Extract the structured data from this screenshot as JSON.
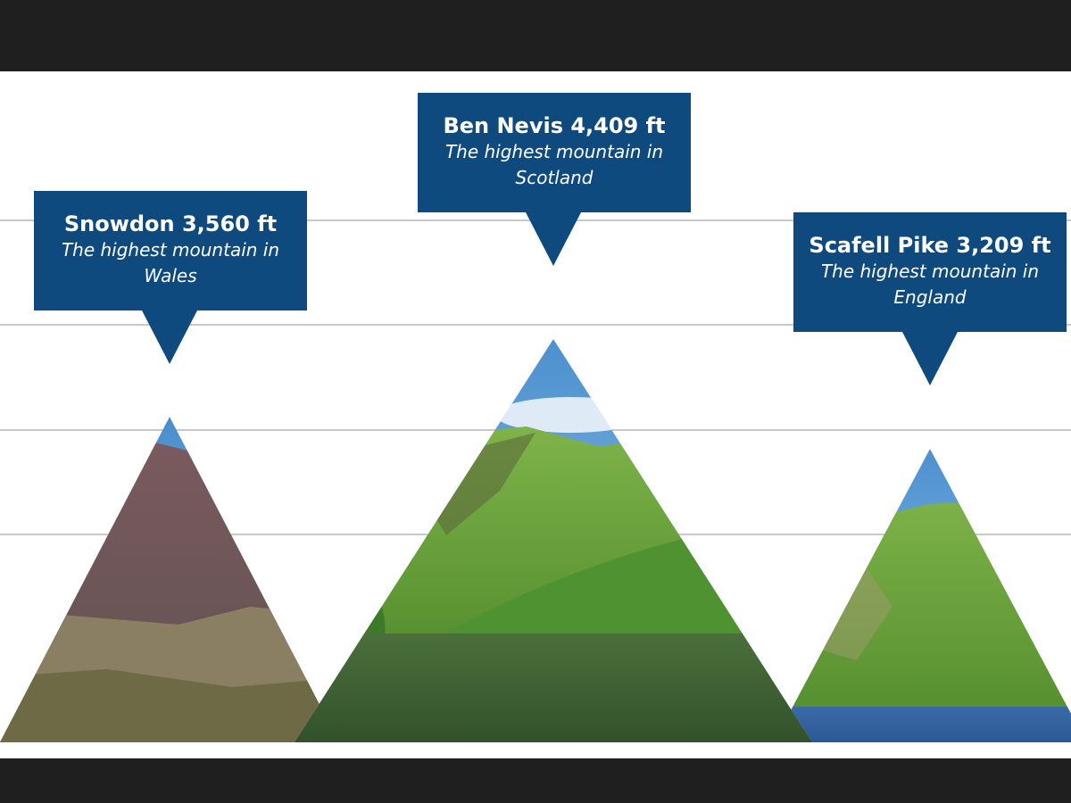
{
  "colors": {
    "frame": "#1f1f1f",
    "background": "#ffffff",
    "gridline": "#c8c8c8",
    "callout": "#0f4a7e",
    "callout_text": "#ffffff"
  },
  "chart_data": {
    "type": "bar",
    "grid": true,
    "categories": [
      "Snowdon",
      "Ben Nevis",
      "Scafell Pike"
    ],
    "values": [
      3560,
      4409,
      3209
    ],
    "unit": "ft",
    "labels": [
      {
        "title": "Snowdon 3,560 ft",
        "line1": "The highest mountain in",
        "line2": "Wales"
      },
      {
        "title": "Ben Nevis 4,409 ft",
        "line1": "The highest mountain in",
        "line2": "Scotland"
      },
      {
        "title": "Scafell Pike 3,209 ft",
        "line1": "The highest mountain in",
        "line2": "England"
      }
    ]
  }
}
